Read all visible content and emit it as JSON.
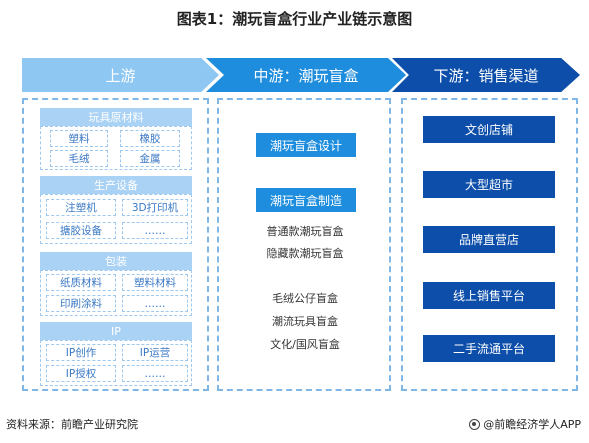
{
  "title": "图表1：潮玩盲盒行业产业链示意图",
  "stages": {
    "upstream": "上游",
    "midstream": "中游：潮玩盲盒",
    "downstream": "下游：销售渠道"
  },
  "upstream": {
    "toy_materials": {
      "header": "玩具原材料",
      "items": [
        "塑料",
        "橡胶",
        "毛绒",
        "金属"
      ]
    },
    "equipment": {
      "header": "生产设备",
      "items": [
        "注塑机",
        "3D打印机",
        "搪胶设备",
        "……"
      ]
    },
    "packaging": {
      "header": "包装",
      "items": [
        "纸质材料",
        "塑料材料",
        "印刷涂料",
        "……"
      ]
    },
    "ip": {
      "header": "IP",
      "items": [
        "IP创作",
        "IP运营",
        "IP授权",
        "……"
      ]
    }
  },
  "midstream": {
    "design_label": "潮玩盲盒设计",
    "manufacture_label": "潮玩盲盒制造",
    "types_a": [
      "普通款潮玩盲盒",
      "隐藏款潮玩盲盒"
    ],
    "types_b": [
      "毛绒公仔盲盒",
      "潮流玩具盲盒",
      "文化/国风盲盒"
    ]
  },
  "downstream": {
    "channels": [
      "文创店铺",
      "大型超市",
      "品牌直营店",
      "线上销售平台",
      "二手流通平台"
    ]
  },
  "footer": {
    "source": "资料来源：前瞻产业研究院",
    "brand": "@前瞻经济学人APP"
  },
  "colors": {
    "upstream": "#8dc7f2",
    "midstream": "#1e8ddd",
    "downstream": "#0c4eaa",
    "dashed_border": "#7fb6e6"
  }
}
